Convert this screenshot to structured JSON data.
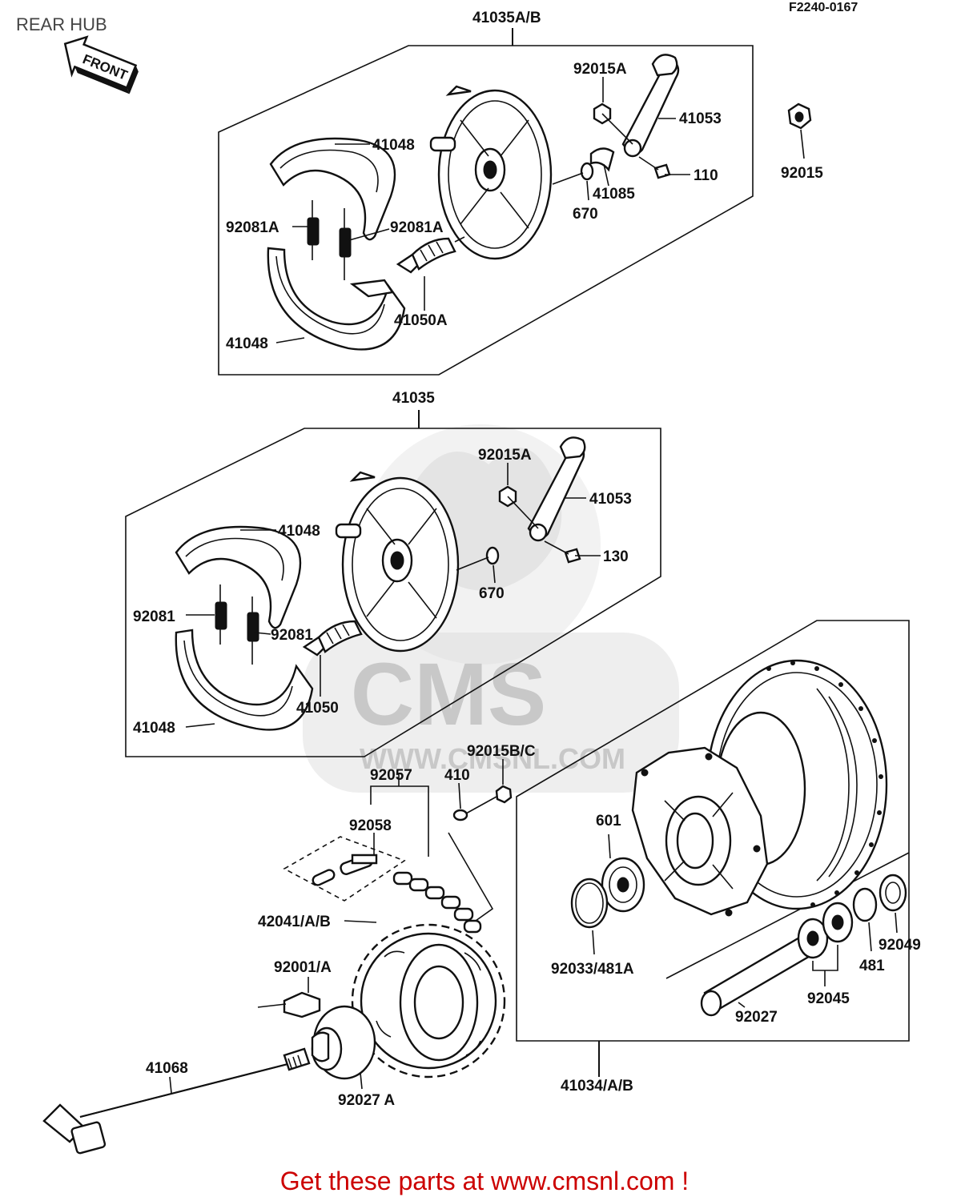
{
  "header": {
    "title": "REAR HUB",
    "code": "F2240-0167"
  },
  "front_arrow": "FRONT",
  "watermark": {
    "brand": "CMS",
    "url": "WWW.CMSNL.COM"
  },
  "footer": {
    "cta": "Get these parts at www.cmsnl.com !"
  },
  "labels": {
    "top_assembly": "41035A/B",
    "top_shoe_upper": "41048",
    "top_nut": "92015A",
    "top_lever": "41053",
    "top_bolt": "110",
    "top_indicator": "41085",
    "top_washer": "670",
    "top_spring_left": "92081A",
    "top_spring_right": "92081A",
    "top_cam": "41050A",
    "top_shoe_lower": "41048",
    "outer_nut": "92015",
    "mid_assembly": "41035",
    "mid_nut": "92015A",
    "mid_lever": "41053",
    "mid_shoe_upper": "41048",
    "mid_bolt": "130",
    "mid_washer": "670",
    "mid_spring_left": "92081",
    "mid_spring_right": "92081",
    "mid_cam": "41050",
    "mid_shoe_lower": "41048",
    "chain_nut": "92015B/C",
    "chain_washer": "410",
    "chain": "92057",
    "chain_link": "92058",
    "sprocket": "42041/A/B",
    "sprocket_bolt": "92001/A",
    "axle": "41068",
    "collar": "92027 A",
    "bearing_601": "601",
    "circlip": "92033/481A",
    "hub_assembly": "41034/A/B",
    "spacer_tube": "92027",
    "bearings": "92045",
    "circlip_481": "481",
    "seal": "92049"
  }
}
